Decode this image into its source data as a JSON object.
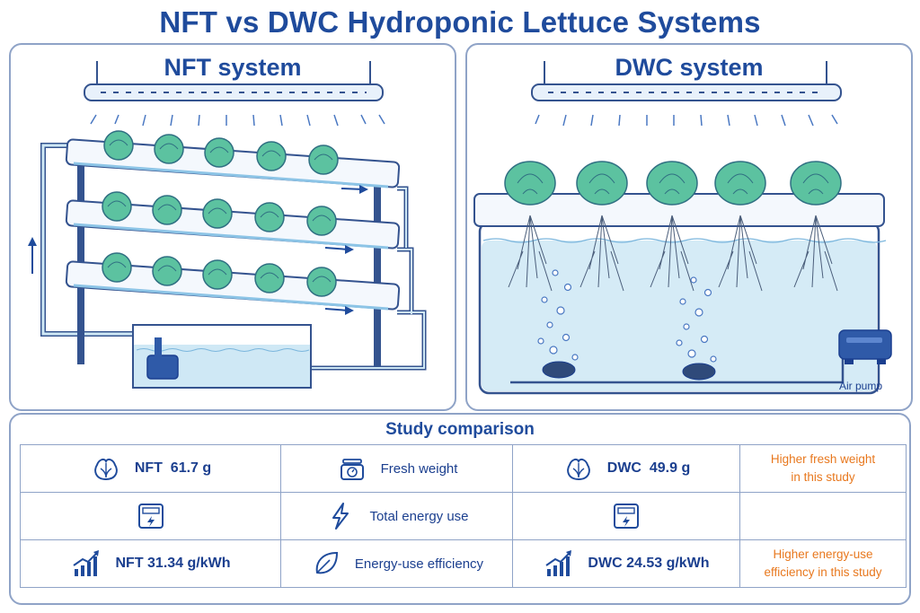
{
  "title": "NFT vs DWC Hydroponic Lettuce Systems",
  "panels": {
    "nft": {
      "title": "NFT system"
    },
    "dwc": {
      "title": "DWC system",
      "pump_label": "Air pump"
    }
  },
  "comparison": {
    "title": "Study comparison",
    "rows": [
      {
        "metric": "Fresh weight",
        "nft": "NFT  61.7 g",
        "dwc": "DWC  49.9 g",
        "note_line1": "Higher fresh weight",
        "note_line2": "in this study",
        "metric_icon": "scale-icon",
        "left_icon": "lettuce-icon",
        "right_icon": "lettuce-icon"
      },
      {
        "metric": "Total energy use",
        "nft": "",
        "dwc": "",
        "note_line1": "",
        "note_line2": "",
        "metric_icon": "lightning-icon",
        "left_icon": "energy-meter-icon",
        "right_icon": "energy-meter-icon"
      },
      {
        "metric": "Energy-use efficiency",
        "nft": "NFT 31.34 g/kWh",
        "dwc": "DWC 24.53 g/kWh",
        "note_line1": "Higher energy-use",
        "note_line2": "efficiency in this study",
        "metric_icon": "leaf-icon",
        "left_icon": "growth-chart-icon",
        "right_icon": "growth-chart-icon"
      }
    ]
  },
  "colors": {
    "primary": "#1f4b9c",
    "accent": "#e8781e",
    "water": "#cfe8f5",
    "lettuce": "#5cc2a0"
  }
}
